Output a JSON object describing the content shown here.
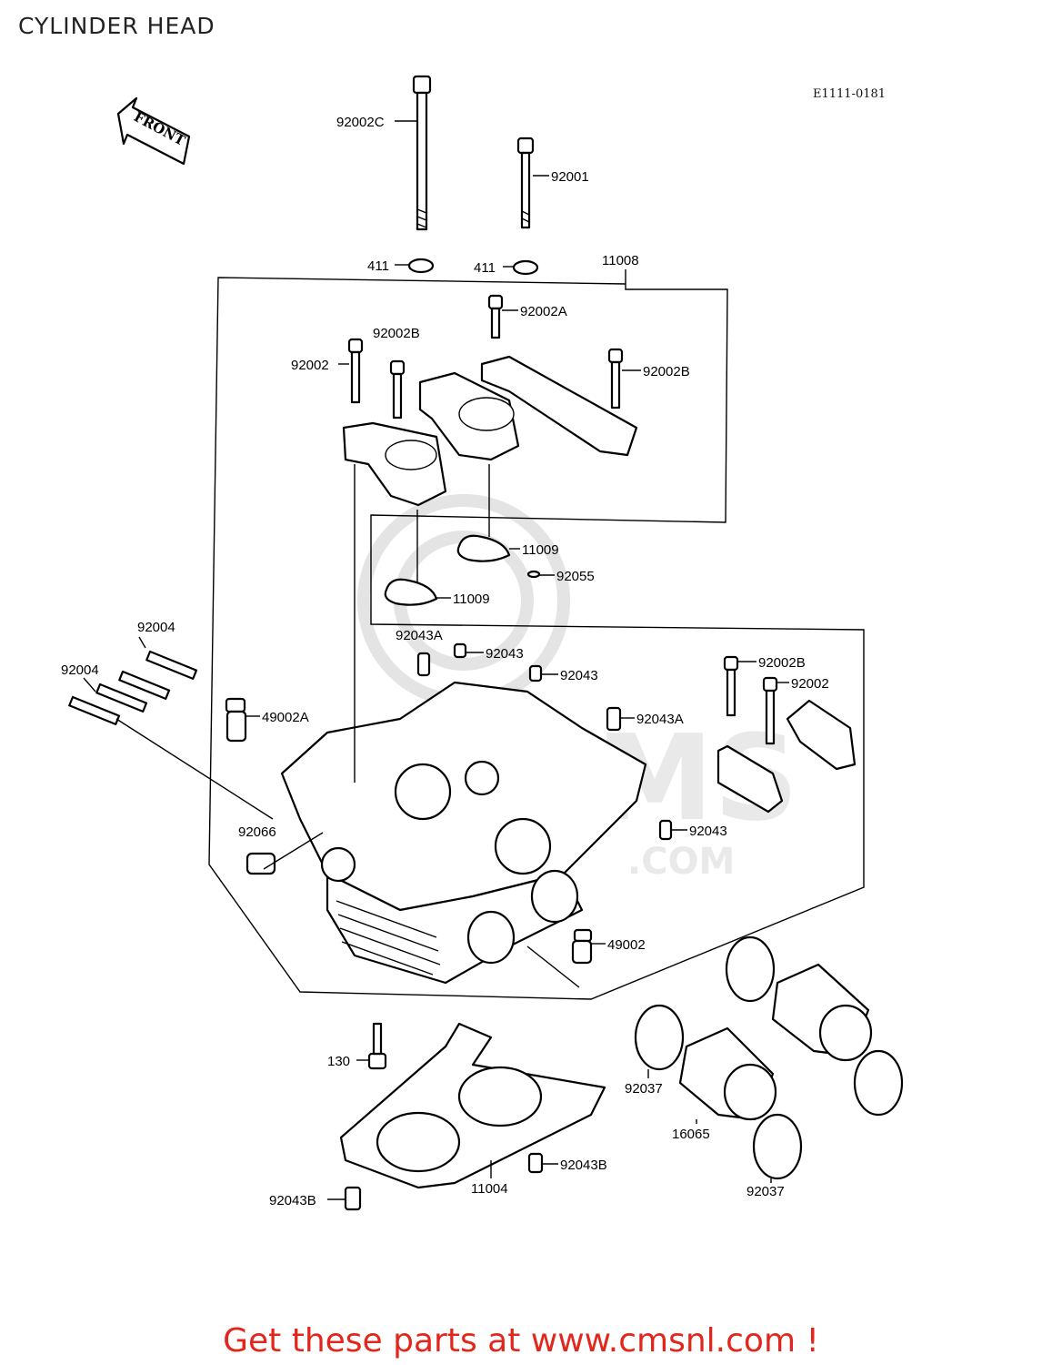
{
  "header": {
    "title": "CYLINDER HEAD",
    "diagram_code": "E1111-0181"
  },
  "orientation_marker": {
    "text": "FRONT",
    "icon": "front-arrow-icon"
  },
  "watermark": {
    "text": "CMS",
    "url_text": ".COM"
  },
  "part_labels": [
    {
      "id": "92002C",
      "text": "92002C"
    },
    {
      "id": "92001",
      "text": "92001"
    },
    {
      "id": "411-a",
      "text": "411"
    },
    {
      "id": "411-b",
      "text": "411"
    },
    {
      "id": "11008",
      "text": "11008"
    },
    {
      "id": "92002A",
      "text": "92002A"
    },
    {
      "id": "92002B-a",
      "text": "92002B"
    },
    {
      "id": "92002-a",
      "text": "92002"
    },
    {
      "id": "92002B-b",
      "text": "92002B"
    },
    {
      "id": "11009-a",
      "text": "11009"
    },
    {
      "id": "92055",
      "text": "92055"
    },
    {
      "id": "11009-b",
      "text": "11009"
    },
    {
      "id": "92004-a",
      "text": "92004"
    },
    {
      "id": "92004-b",
      "text": "92004"
    },
    {
      "id": "92043A-a",
      "text": "92043A"
    },
    {
      "id": "92043-a",
      "text": "92043"
    },
    {
      "id": "92043-b",
      "text": "92043"
    },
    {
      "id": "92002B-c",
      "text": "92002B"
    },
    {
      "id": "92002-b",
      "text": "92002"
    },
    {
      "id": "49002A",
      "text": "49002A"
    },
    {
      "id": "92043A-b",
      "text": "92043A"
    },
    {
      "id": "92066",
      "text": "92066"
    },
    {
      "id": "92043-c",
      "text": "92043"
    },
    {
      "id": "49002",
      "text": "49002"
    },
    {
      "id": "130",
      "text": "130"
    },
    {
      "id": "92037-a",
      "text": "92037"
    },
    {
      "id": "16065",
      "text": "16065"
    },
    {
      "id": "92043B-a",
      "text": "92043B"
    },
    {
      "id": "11004",
      "text": "11004"
    },
    {
      "id": "92037-b",
      "text": "92037"
    },
    {
      "id": "92043B-b",
      "text": "92043B"
    }
  ],
  "footer": {
    "text": "Get these parts at www.cmsnl.com !",
    "color": "#e3261c"
  }
}
